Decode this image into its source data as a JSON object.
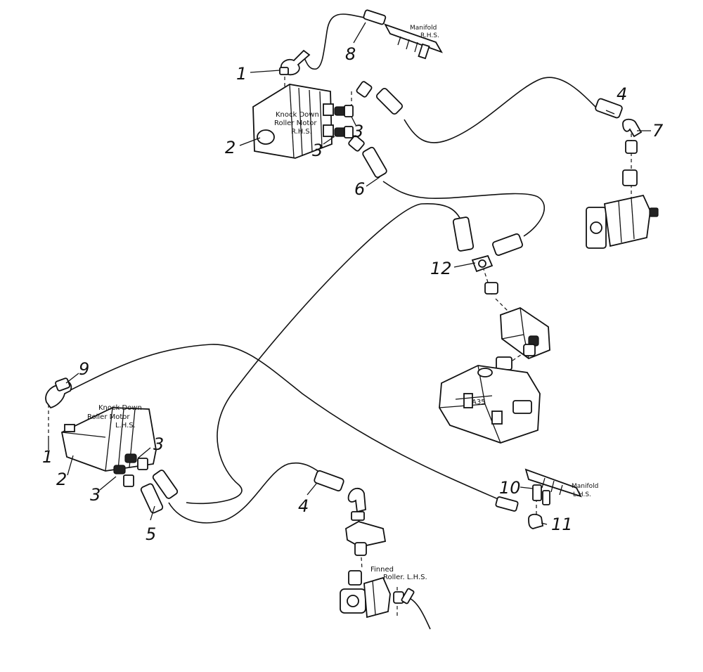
{
  "labels": {
    "manifold_rhs_1": "Manifold",
    "manifold_rhs_2": "R.H.S.",
    "motor_rhs_1": "Knock Down",
    "motor_rhs_2": "Roller Motor",
    "motor_rhs_3": "R.H.S.",
    "motor_lhs_1": "Knock Down",
    "motor_lhs_2": "Roller Motor",
    "motor_lhs_3": "L.H.S.",
    "valve": "A35",
    "manifold_lhs_1": "Manifold",
    "manifold_lhs_2": "L.H.S.",
    "finned_1": "Finned",
    "finned_2": "Roller. L.H.S."
  },
  "callouts": {
    "c1_top": "1",
    "c2_top": "2",
    "c3_top_a": "3",
    "c3_top_b": "3",
    "c4_top": "4",
    "c6": "6",
    "c7": "7",
    "c8": "8",
    "c12": "12",
    "c9": "9",
    "c1_bottom": "1",
    "c2_bottom": "2",
    "c3_bottom_a": "3",
    "c3_bottom_b": "3",
    "c4_bottom": "4",
    "c5": "5",
    "c10": "10",
    "c11": "11"
  }
}
